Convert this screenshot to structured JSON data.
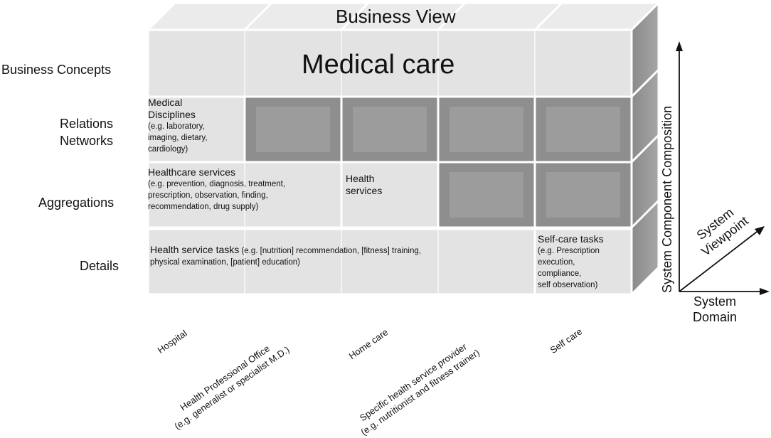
{
  "header": {
    "title": "Business View",
    "main_concept": "Medical care"
  },
  "row_labels": [
    {
      "lines": [
        "Business Concepts"
      ]
    },
    {
      "lines": [
        "Relations",
        "Networks"
      ]
    },
    {
      "lines": [
        "Aggregations"
      ]
    },
    {
      "lines": [
        "Details"
      ]
    }
  ],
  "cells": {
    "medical_disciplines": {
      "title": [
        "Medical",
        "Disciplines"
      ],
      "detail": [
        "(e.g. laboratory,",
        "imaging, dietary,",
        "cardiology)"
      ]
    },
    "healthcare_services": {
      "title": [
        "Healthcare services"
      ],
      "detail": [
        "(e.g. prevention, diagnosis, treatment,",
        "prescription, observation, finding,",
        "recommendation, drug supply)"
      ]
    },
    "health_services": {
      "title": [
        "Health",
        "services"
      ]
    },
    "health_service_tasks": {
      "line1_title": "Health service tasks",
      "line1_detail": " (e.g. [nutrition] recommendation, [fitness] training,",
      "line2": "physical examination,  [patient] education)"
    },
    "self_care_tasks": {
      "title": [
        "Self-care tasks"
      ],
      "detail": [
        "(e.g. Prescription",
        "execution,",
        "compliance,",
        "self observation)"
      ]
    }
  },
  "columns": [
    {
      "lines": [
        "Hospital"
      ]
    },
    {
      "lines": [
        "Health Professional Office",
        "(e.g. generalist or specialist M.D.)"
      ]
    },
    {
      "lines": [
        "Home care"
      ]
    },
    {
      "lines": [
        "Specific health service provider",
        "(e.g. nutritionist and fitness trainer)"
      ]
    },
    {
      "lines": [
        "Self care"
      ]
    }
  ],
  "axes": {
    "vertical": "System Component Composition",
    "diagonal": [
      "System",
      "Viewpoint"
    ],
    "horizontal": [
      "System",
      "Domain"
    ]
  },
  "colors": {
    "cell_light": "#e3e3e3",
    "cell_dark": "#8e8e8e",
    "side_face": "#9a9a9a",
    "top_face": "#ebebeb",
    "grid_line": "#ffffff"
  }
}
